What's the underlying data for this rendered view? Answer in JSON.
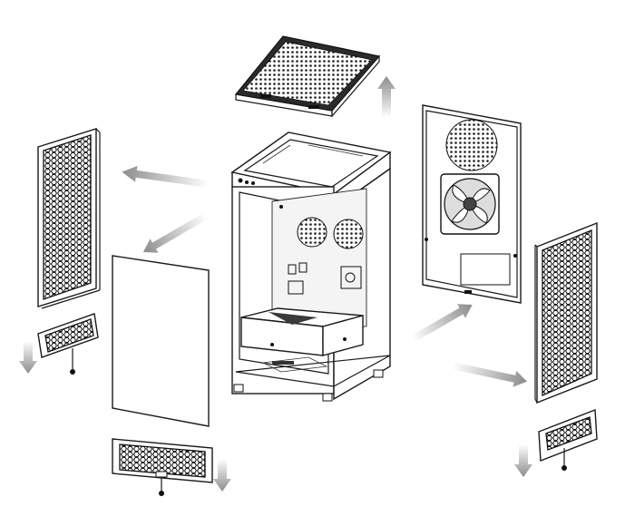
{
  "diagram": {
    "kind": "exploded-view",
    "subject": "pc-case",
    "colors": {
      "line": "#1a1a1a",
      "panel": "#ffffff",
      "mesh": "#2b2b2b",
      "arrow": "#9a9a9a"
    },
    "parts": [
      {
        "name": "top-dust-filter",
        "icon": "mesh-panel"
      },
      {
        "name": "left-side-dust-filter",
        "icon": "mesh-panel"
      },
      {
        "name": "left-bottom-filter",
        "icon": "mesh-panel"
      },
      {
        "name": "glass-side-panel",
        "icon": "flat-panel"
      },
      {
        "name": "front-bottom-filter",
        "icon": "mesh-panel"
      },
      {
        "name": "case-chassis",
        "icon": "chassis"
      },
      {
        "name": "rear-panel-with-fan",
        "icon": "fan-panel"
      },
      {
        "name": "right-side-dust-filter",
        "icon": "mesh-panel"
      },
      {
        "name": "right-bottom-filter",
        "icon": "mesh-panel"
      }
    ]
  }
}
